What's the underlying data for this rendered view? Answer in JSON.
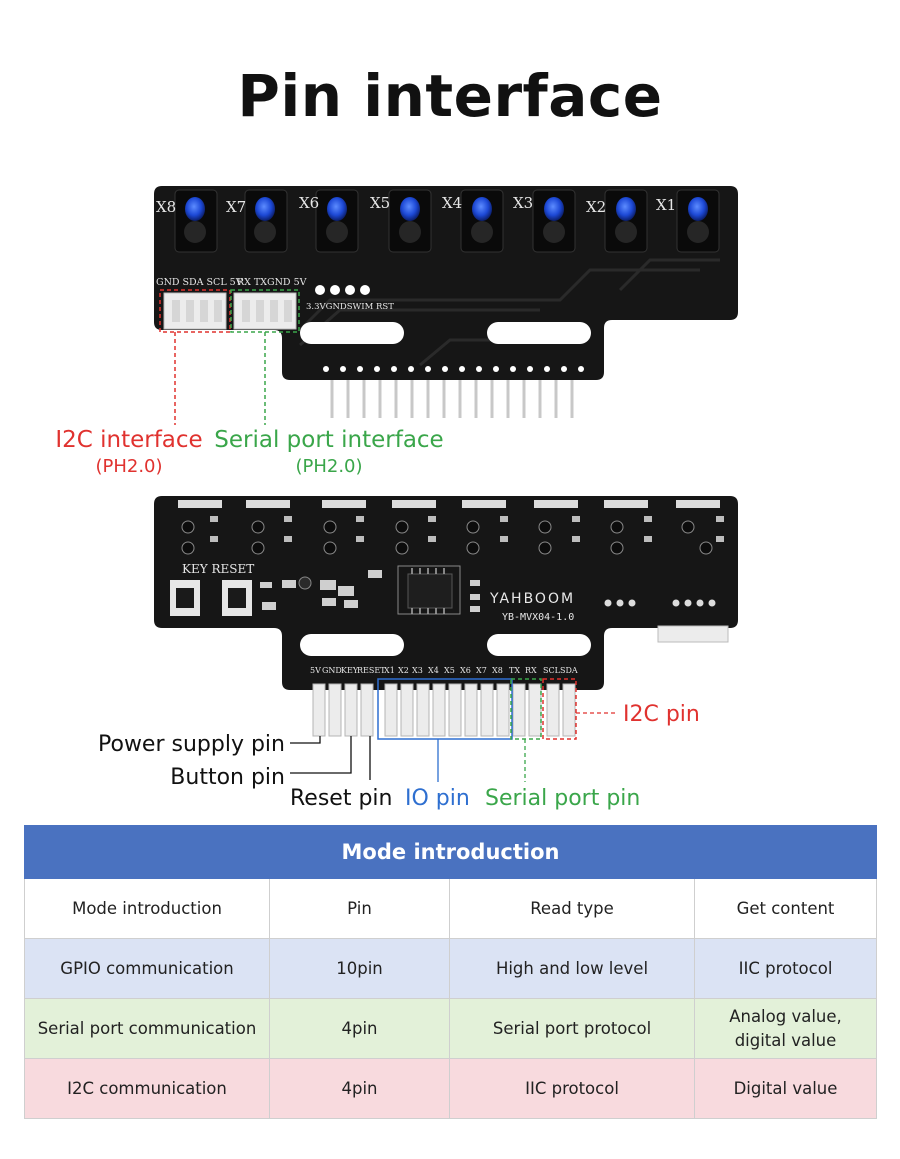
{
  "title": "Pin interface",
  "top_board": {
    "sensor_labels": [
      "X8",
      "X7",
      "X6",
      "X5",
      "X4",
      "X3",
      "X2",
      "X1"
    ],
    "i2c_header_silk": "GND SDA SCL 5V",
    "serial_header_silk": "RX TXGND 5V",
    "debug_silk": "3.3VGNDSWIM RST",
    "i2c_interface_label": "I2C interface",
    "i2c_interface_sub": "(PH2.0)",
    "serial_interface_label": "Serial port interface",
    "serial_interface_sub": "(PH2.0)"
  },
  "bottom_board": {
    "key_reset_silk": "KEY RESET",
    "brand": "YAHBOOM",
    "model": "YB-MVX04-1.0",
    "pin_silk": [
      "5V",
      "GND",
      "KEY",
      "RESET",
      "X1",
      "X2",
      "X3",
      "X4",
      "X5",
      "X6",
      "X7",
      "X8",
      "TX",
      "RX",
      "SCL",
      "SDA"
    ],
    "callouts": {
      "power_supply_pin": "Power supply pin",
      "button_pin": "Button pin",
      "reset_pin": "Reset pin",
      "io_pin": "IO pin",
      "serial_port_pin": "Serial port pin",
      "i2c_pin": "I2C pin"
    }
  },
  "colors": {
    "red": "#e0322f",
    "green": "#3aa64a",
    "blue": "#2e6fd0",
    "table_header": "#4a72c0"
  },
  "table": {
    "caption": "Mode introduction",
    "columns": [
      "Mode introduction",
      "Pin",
      "Read type",
      "Get content"
    ],
    "rows": [
      [
        "GPIO communication",
        "10pin",
        "High and low level",
        "IIC protocol"
      ],
      [
        "Serial port communication",
        "4pin",
        "Serial port protocol",
        "Analog value, digital value"
      ],
      [
        "I2C communication",
        "4pin",
        "IIC protocol",
        "Digital value"
      ]
    ]
  }
}
